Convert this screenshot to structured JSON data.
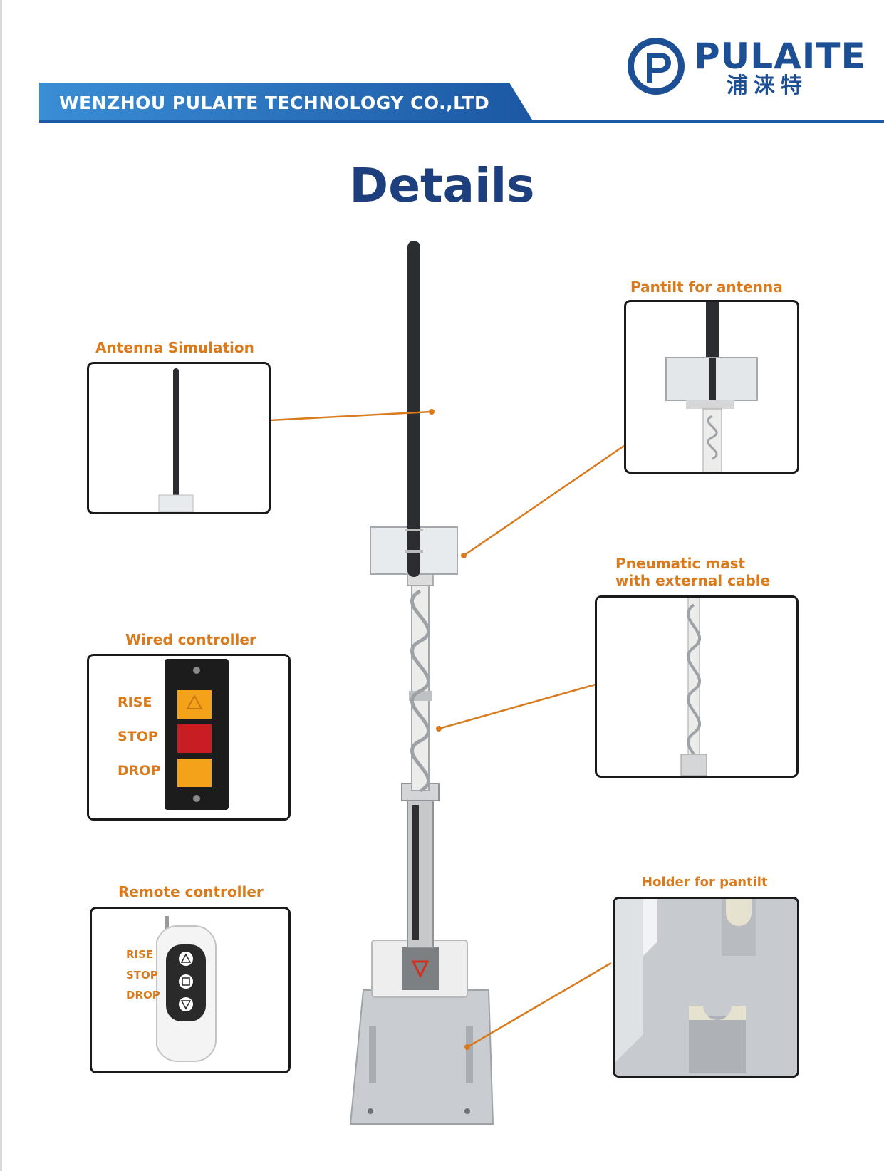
{
  "header": {
    "company_name": "WENZHOU PULAITE TECHNOLOGY CO.,LTD"
  },
  "logo": {
    "brand_name": "PULAITE",
    "brand_name_cn": "浦涞特"
  },
  "page_title": "Details",
  "callouts": {
    "antenna_simulation": "Antenna Simulation",
    "pantilt_for_antenna": "Pantilt for antenna",
    "pneumatic_mast": "Pneumatic mast\nwith external cable",
    "wired_controller": "Wired controller",
    "remote_controller": "Remote controller",
    "holder_for_pantilt": "Holder for pantilt"
  },
  "wired_controller_buttons": {
    "rise": "RISE",
    "stop": "STOP",
    "drop": "DROP"
  },
  "remote_controller_buttons": {
    "rise": "RISE",
    "stop": "STOP",
    "drop": "DROP"
  },
  "colors": {
    "brand_blue": "#1d4f94",
    "header_blue_start": "#2e7cc6",
    "header_blue_end": "#1e5aa6",
    "callout_orange": "#d97a1c",
    "title_navy": "#1e3f7e"
  }
}
